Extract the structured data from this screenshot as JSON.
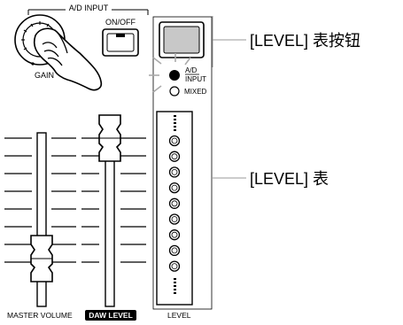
{
  "panel": {
    "section_title": "A/D INPUT",
    "gain_label": "GAIN",
    "onoff_label": "ON/OFF",
    "ad_input_line1": "A/D",
    "ad_input_line2": "INPUT",
    "mixed_label": "MIXED",
    "master_volume_label": "MASTER VOLUME",
    "daw_level_label": "DAW LEVEL",
    "level_label": "LEVEL"
  },
  "callouts": {
    "level_button": "[LEVEL] 表按钮",
    "level_meter": "[LEVEL] 表"
  },
  "meter": {
    "dot_count": 9
  },
  "icons": {
    "hand": "hand-turning-knob-icon",
    "gain_knob": "gain-knob-icon"
  }
}
